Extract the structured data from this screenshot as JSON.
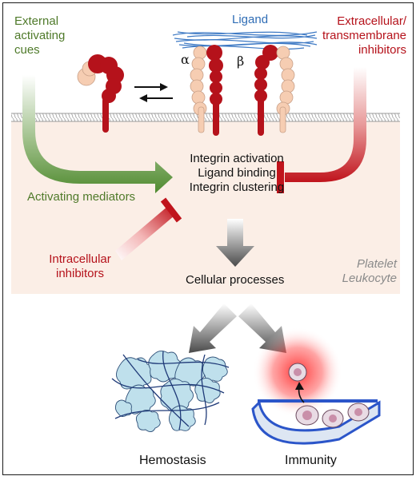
{
  "labels": {
    "external_line1": "External",
    "external_line2": "activating",
    "external_line3": "cues",
    "ligand": "Ligand",
    "extracellular_line1": "Extracellular/",
    "extracellular_line2": "transmembrane",
    "extracellular_line3": "inhibitors",
    "alpha": "α",
    "beta": "β",
    "integrin_activation": "Integrin activation",
    "ligand_binding": "Ligand binding",
    "integrin_clustering": "Integrin clustering",
    "activating_mediators": "Activating mediators",
    "intracellular_line1": "Intracellular",
    "intracellular_line2": "inhibitors",
    "cellular_processes": "Cellular processes",
    "platelet": "Platelet",
    "leukocyte": "Leukocyte",
    "hemostasis": "Hemostasis",
    "immunity": "Immunity"
  },
  "colors": {
    "activating": "#4f7a2a",
    "inhibitor": "#b5121b",
    "ligand": "#2f6db5",
    "cell_fill": "#fbeee6",
    "membrane": "#9a9a9a",
    "integrin_dark": "#b5121b",
    "integrin_light": "#f6cdb2",
    "platelet_fill": "#bfe0ec",
    "vessel": "#2b55c9"
  }
}
